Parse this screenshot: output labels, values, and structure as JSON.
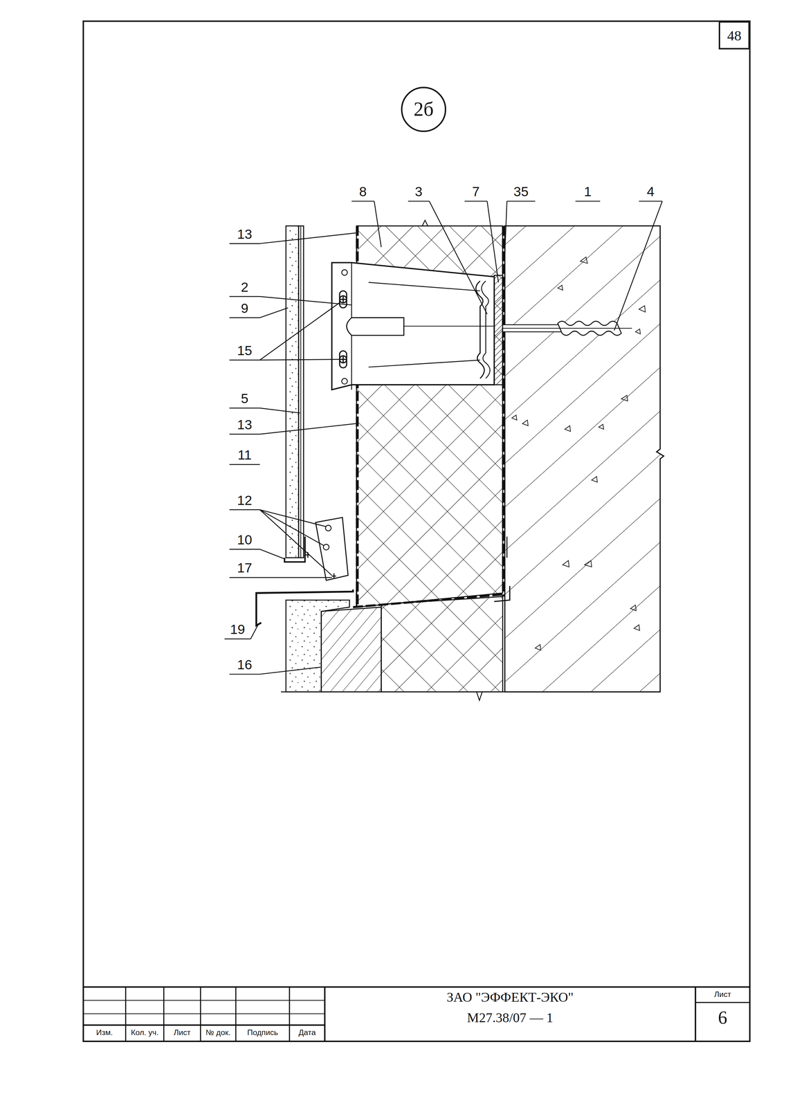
{
  "diagram": {
    "nodes": [
      {
        "text": [
          "2б"
        ]
      },
      {
        "text": [
          "48"
        ]
      }
    ],
    "labels": [
      "8",
      "3",
      "7",
      "35",
      "1",
      "4",
      "13",
      "2",
      "9",
      "15",
      "5",
      "13",
      "11",
      "12",
      "10",
      "17",
      "19",
      "16",
      "Изм.",
      "Кол. уч.",
      "Лист",
      "№ док.",
      "Подпись",
      "Дата",
      "ЗАО \"ЭФФЕКТ-ЭКО\"",
      "М27.38/07 — 1",
      "Лист",
      "6"
    ]
  }
}
